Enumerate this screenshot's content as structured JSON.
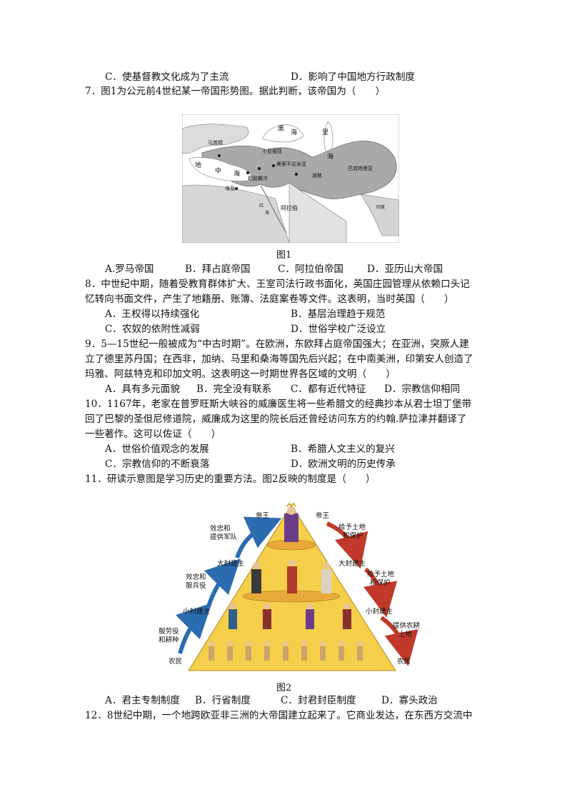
{
  "lines": {
    "q6c": "C．使基督教文化成为了主流",
    "q6d": "D．影响了中国地方行政制度",
    "q7": "7．图1为公元前4世纪某一帝国形势图。据此判断，该帝国为（　　）",
    "q7opts": {
      "a": "A.罗马帝国",
      "b": "B．拜占庭帝国",
      "c": "C．阿拉伯帝国",
      "d": "D．亚历山大帝国"
    },
    "q8l1": "8．中世纪中期，随着受教育群体扩大、王室司法行政书面化，英国庄园管理从依赖口头记",
    "q8l2": "忆转向书面文件，产生了地籍册、账簿、法庭案卷等文件。这表明，当时英国（　　）",
    "q8a": "A．王权得以持续强化",
    "q8b": "B．基层治理趋于规范",
    "q8c": "C．农奴的依附性减弱",
    "q8d": "D．世俗学校广泛设立",
    "q9l1": "9．5—15世纪一般被成为“中古时期”。在欧洲，东欧拜占庭帝国强大；在亚洲，突厥人建",
    "q9l2": "立了德里苏丹国；在西非，加纳、马里和桑海等国先后兴起；在中南美洲，印第安人创造了",
    "q9l3": "玛雅、阿兹特克和印加文明。这表明这一时期世界各区域的文明（　　）",
    "q9opts": {
      "a": "A．具有多元面貌",
      "b": "B．完全没有联系",
      "c": "C．都有近代特征",
      "d": "D．宗教信仰相同"
    },
    "q10l1": "10．1167年，老家在普罗旺斯大峡谷的威廉医生将一些希腊文的经典抄本从君士坦丁堡带",
    "q10l2": "回了巴黎的圣但尼修道院，威廉成为这里的院长后还曾经访问东方的约翰.萨拉津并翻译了",
    "q10l3": "一些著作。这可以佐证（　　）",
    "q10a": "A．世俗价值观念的发展",
    "q10b": "B．希腊人文主义的复兴",
    "q10c": "C．宗教信仰的不断衰落",
    "q10d": "D．欧洲文明的历史传承",
    "q11": "11．研读示意图是学习历史的重要方法。图2反映的制度是（　　）",
    "q11opts": {
      "a": "A．君主专制制度",
      "b": "B．行省制度",
      "c": "C．封君封臣制度",
      "d": "D．寡头政治"
    },
    "q12": "12．8世纪中期，一个地跨欧亚非三洲的大帝国建立起来了。它商业发达，在东西方交流中"
  },
  "figure1": {
    "caption": "图1",
    "labels": {
      "black_sea_1": "黑",
      "black_sea_2": "海",
      "caspian_1": "里",
      "caspian_2": "海",
      "macedonia": "马其顿",
      "asia_minor": "小亚细亚",
      "med_1": "地",
      "med_2": "中",
      "med_3": "海",
      "mesopotamia": "美索不达米亚",
      "persia": "波斯",
      "bactria": "巴克特里亚",
      "jerusalem": "耶路撒冷",
      "egypt": "埃及",
      "arabia": "阿拉伯",
      "india": "印度",
      "red_sea_1": "红",
      "red_sea_2": "海"
    }
  },
  "figure2": {
    "caption": "图2",
    "labels": {
      "king_left": "帝王",
      "king_right": "帝王",
      "lord_left": "大封建主",
      "lord_right": "大封建主",
      "knight_left": "小封建主",
      "knight_right": "小封建主",
      "peasant_left": "农民",
      "peasant_right": "农民",
      "arrow_l1a": "效忠和",
      "arrow_l1b": "提供军队",
      "arrow_l2a": "效忠和",
      "arrow_l2b": "服兵役",
      "arrow_l3a": "服劳役",
      "arrow_l3b": "和耕种",
      "arrow_r1a": "给予土地",
      "arrow_r1b": "和保护",
      "arrow_r2a": "给予土地",
      "arrow_r2b": "和保护",
      "arrow_r3a": "提供农耕",
      "arrow_r3b": "土地"
    },
    "colors": {
      "pyramid": "#f6cf4a",
      "up_arrow": "#2b6cb0",
      "down_arrow": "#c0392b"
    }
  }
}
